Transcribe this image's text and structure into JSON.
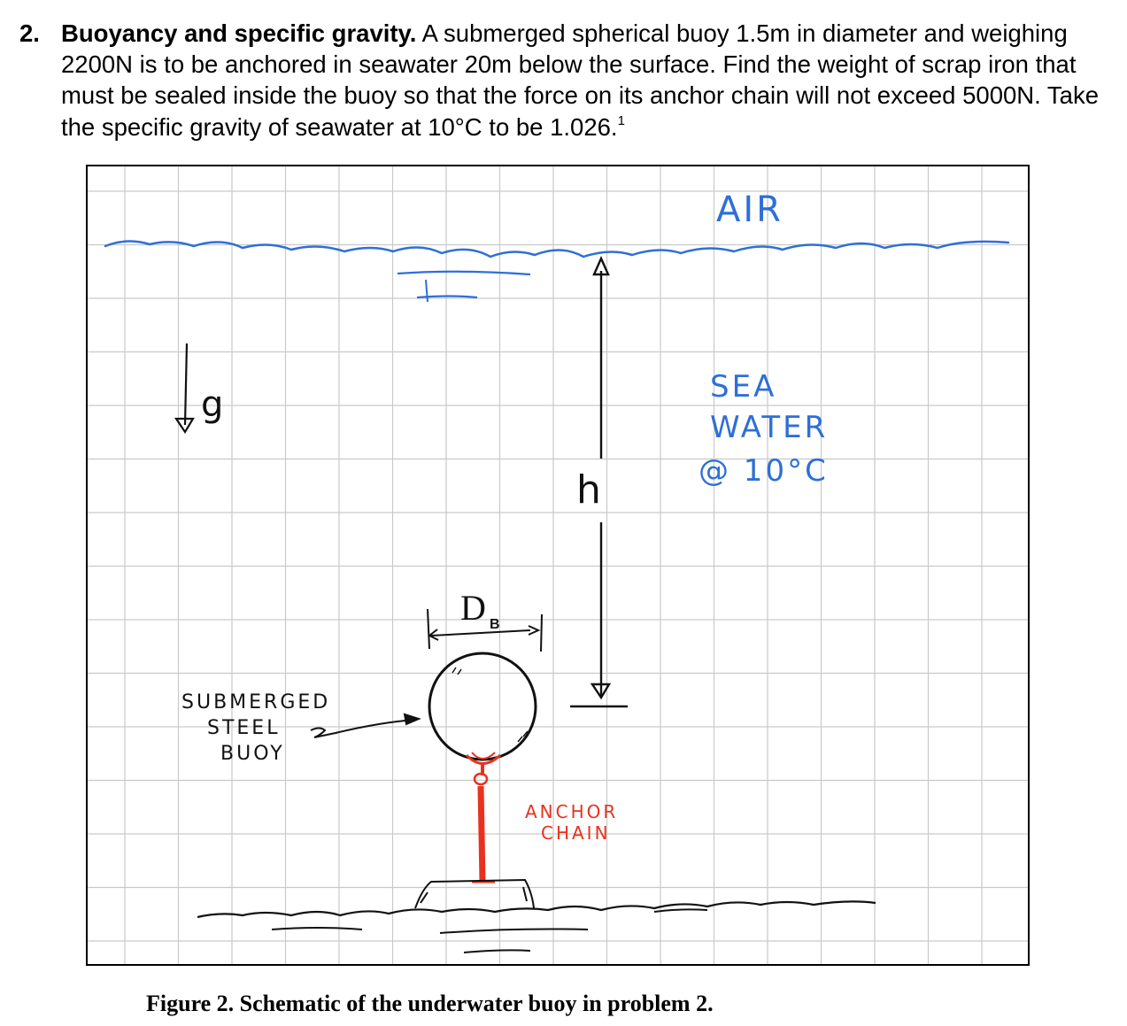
{
  "problem": {
    "number": "2.",
    "heading": "Buoyancy and specific gravity.",
    "body": "A submerged spherical buoy 1.5m in diameter and weighing 2200N is to be anchored in seawater 20m below the surface.  Find the weight of scrap iron that must be sealed inside the buoy so that the force on its anchor chain will not exceed 5000N.  Take the specific gravity of seawater at 10°C to be 1.026.",
    "footnote_ref": "1"
  },
  "figure": {
    "labels": {
      "air": "AIR",
      "gravity": "g",
      "sea_line1": "SEA",
      "sea_line2": "WATER",
      "sea_line3": "@ 10°C",
      "depth": "h",
      "diameter": "D",
      "diameter_sub": "B",
      "buoy_line1": "SUBMERGED",
      "buoy_line2": "STEEL",
      "buoy_line3": "BUOY",
      "chain_line1": "ANCHOR",
      "chain_line2": "CHAIN"
    },
    "colors": {
      "water": "#2e6fd8",
      "chain": "#e8321f",
      "grid": "#c9c9c9",
      "ink": "#111111"
    }
  },
  "caption": "Figure 2.  Schematic of the underwater buoy in problem 2."
}
